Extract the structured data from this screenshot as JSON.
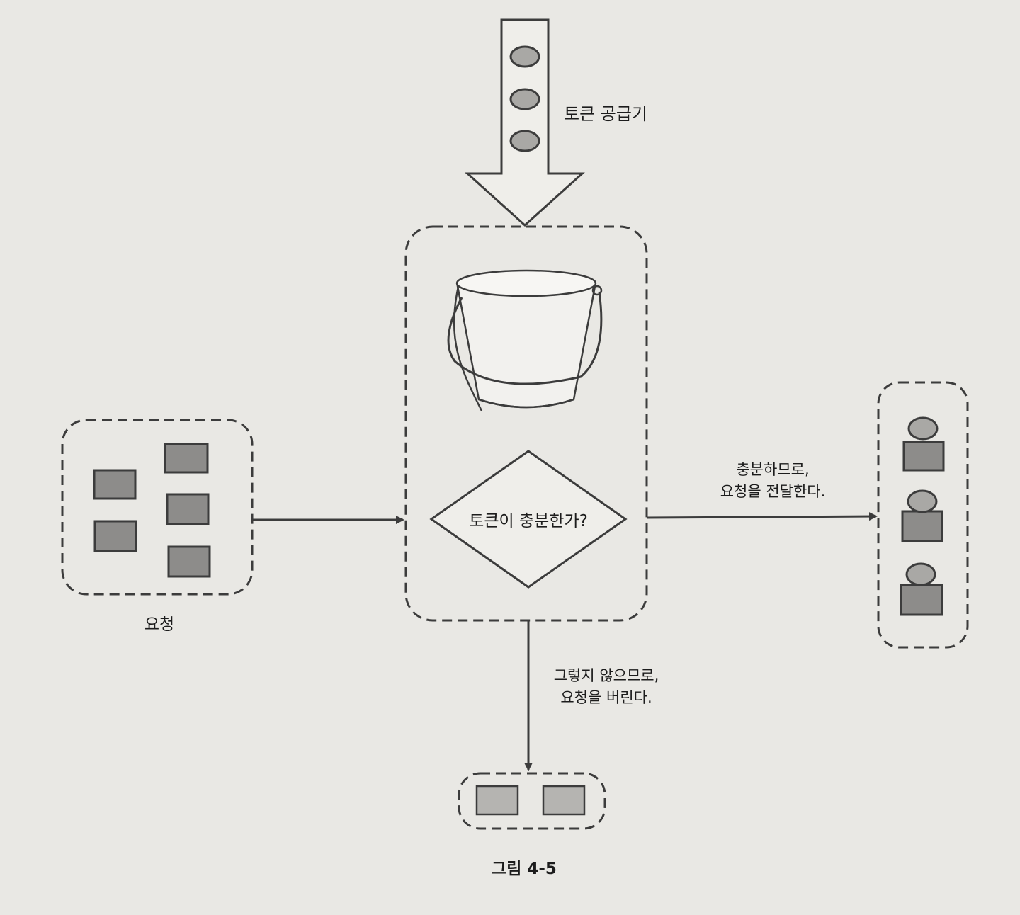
{
  "labels": {
    "token_supplier": "토큰 공급기",
    "decision": "토큰이 충분한가?",
    "enough_line1": "충분하므로,",
    "enough_line2": "요청을 전달한다.",
    "not_enough_line1": "그렇지 않으므로,",
    "not_enough_line2": "요청을 버린다.",
    "requests": "요청",
    "caption": "그림 4-5"
  },
  "colors": {
    "background": "#e9e8e4",
    "stroke": "#3c3c3c",
    "request_fill": "#8d8c8a",
    "dropped_fill": "#b5b4b1",
    "token_fill": "#a9a8a5",
    "bucket_fill": "#f2f1ee"
  },
  "icons": {
    "bucket": "bucket-icon",
    "token": "token-icon",
    "request": "request-icon"
  }
}
